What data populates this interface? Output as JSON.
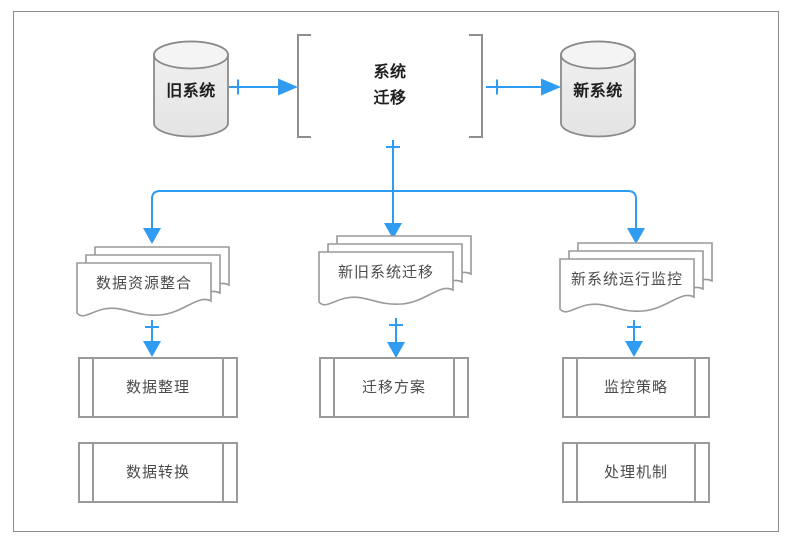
{
  "diagram": {
    "colors": {
      "connector_blue": "#2f9bf1",
      "shape_stroke": "#9a9a9a",
      "cylinder_stroke": "#8a8a8a",
      "cylinder_fill": "#ebebeb",
      "frame_border": "#8c8c8c",
      "bold_text": "#1f1f1f",
      "regular_text": "#4b4b4b",
      "background": "#ffffff"
    },
    "nodes": {
      "old_system": {
        "label": "旧系统",
        "shape": "database-cylinder"
      },
      "migration": {
        "label": "系统\n迁移",
        "shape": "bracket-group"
      },
      "new_system": {
        "label": "新系统",
        "shape": "database-cylinder"
      },
      "data_integration_doc": {
        "label": "数据资源整合",
        "shape": "multi-document"
      },
      "system_migration_doc": {
        "label": "新旧系统迁移",
        "shape": "multi-document"
      },
      "monitoring_doc": {
        "label": "新系统运行监控",
        "shape": "multi-document"
      },
      "data_cleanup": {
        "label": "数据整理",
        "shape": "predefined-process"
      },
      "data_conversion": {
        "label": "数据转换",
        "shape": "predefined-process"
      },
      "migration_plan": {
        "label": "迁移方案",
        "shape": "predefined-process"
      },
      "monitor_strategy": {
        "label": "监控策略",
        "shape": "predefined-process"
      },
      "handling_mechanism": {
        "label": "处理机制",
        "shape": "predefined-process"
      }
    }
  }
}
